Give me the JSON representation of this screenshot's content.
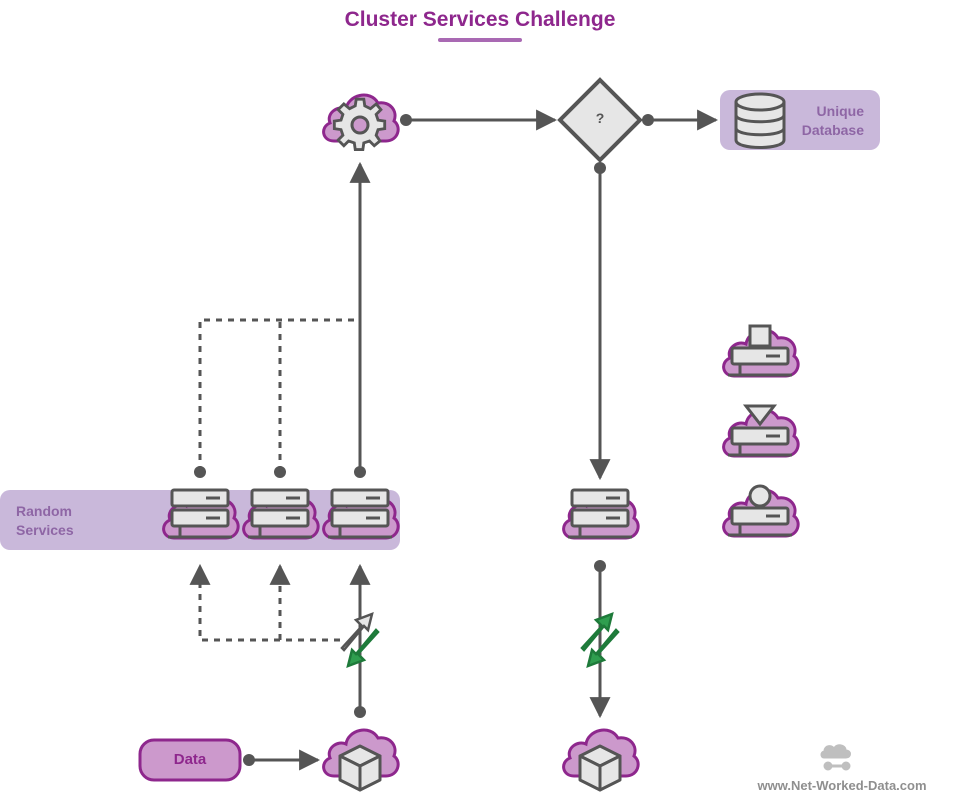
{
  "title": "Cluster Services Challenge",
  "nodes": {
    "unique_database": {
      "line1": "Unique",
      "line2": "Database"
    },
    "random_services": {
      "line1": "Random",
      "line2": "Services"
    },
    "data": {
      "label": "Data"
    },
    "decision": {
      "label": "?"
    }
  },
  "footer": "www.Net-Worked-Data.com",
  "colors": {
    "title": "#8e278d",
    "band": "#c9b8da",
    "cloud_fill": "#cc99cc",
    "cloud_stroke": "#8e278d",
    "line": "#555555",
    "device_fill": "#e6e6e6",
    "switch_green": "#2f9e4f"
  },
  "icons": [
    "gear-cloud-icon",
    "decision-diamond-icon",
    "database-icon",
    "server-cloud-icon",
    "switch-icon",
    "cube-cloud-icon",
    "printer-cloud-icon",
    "download-server-cloud-icon",
    "record-server-cloud-icon",
    "logo-icon"
  ]
}
